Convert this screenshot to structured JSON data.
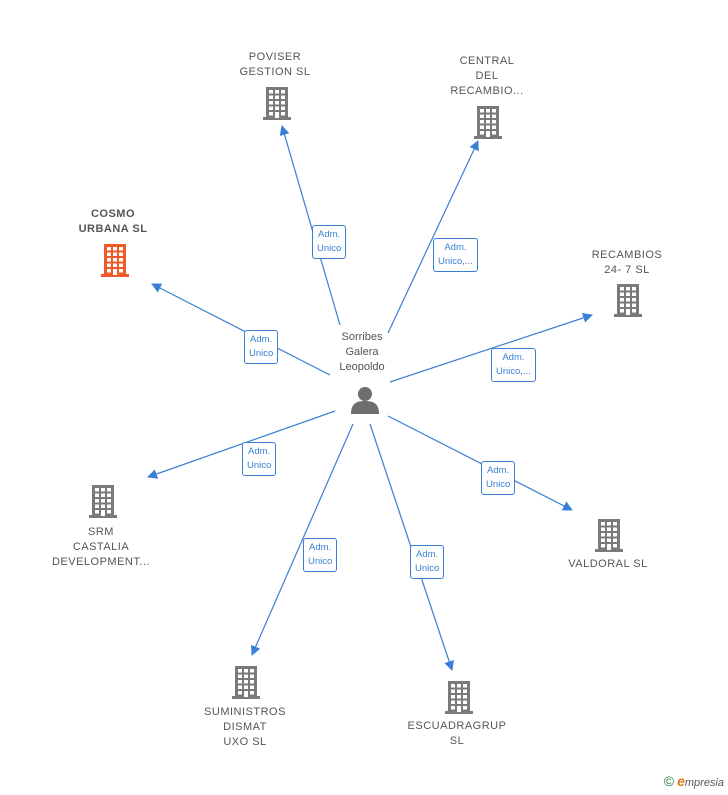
{
  "center": {
    "name_lines": [
      "Sorribes",
      "Galera",
      "Leopoldo"
    ],
    "icon": "person-icon"
  },
  "colors": {
    "edge": "#3a7fd5",
    "building": "#7a7a7a",
    "highlight": "#f05a28"
  },
  "nodes": [
    {
      "id": "poviser",
      "lines": [
        "POVISER",
        "GESTION  SL"
      ],
      "highlight": false,
      "role": [
        "Adm.",
        "Unico"
      ]
    },
    {
      "id": "central",
      "lines": [
        "CENTRAL",
        "DEL",
        "RECAMBIO..."
      ],
      "highlight": false,
      "role": [
        "Adm.",
        "Unico,..."
      ]
    },
    {
      "id": "cosmo",
      "lines": [
        "COSMO",
        "URBANA  SL"
      ],
      "highlight": true,
      "role": [
        "Adm.",
        "Unico"
      ]
    },
    {
      "id": "recambios",
      "lines": [
        "RECAMBIOS",
        "24- 7  SL"
      ],
      "highlight": false,
      "role": [
        "Adm.",
        "Unico,..."
      ]
    },
    {
      "id": "srm",
      "lines": [
        "SRM",
        "CASTALIA",
        "DEVELOPMENT..."
      ],
      "highlight": false,
      "role": [
        "Adm.",
        "Unico"
      ]
    },
    {
      "id": "valdoral",
      "lines": [
        "VALDORAL  SL"
      ],
      "highlight": false,
      "role": [
        "Adm.",
        "Unico"
      ]
    },
    {
      "id": "suministros",
      "lines": [
        "SUMINISTROS",
        "DISMAT",
        "UXO  SL"
      ],
      "highlight": false,
      "role": [
        "Adm.",
        "Unico"
      ]
    },
    {
      "id": "escuadragrup",
      "lines": [
        "ESCUADRAGRUP",
        "SL"
      ],
      "highlight": false,
      "role": [
        "Adm.",
        "Unico"
      ]
    }
  ],
  "footer": {
    "copyright": "©",
    "brand_first": "e",
    "brand_rest": "mpresia"
  }
}
